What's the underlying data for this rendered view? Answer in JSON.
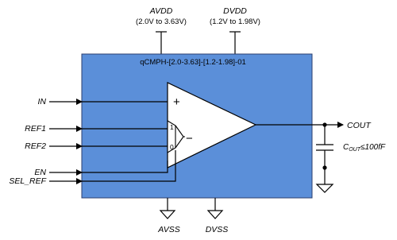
{
  "chip": {
    "name": "qCMPH-[2.0-3.63]-[1.2-1.98]-01",
    "fill_color": "#5b8fd9",
    "border_color": "#2b3f6f"
  },
  "supplies": {
    "avdd": {
      "name": "AVDD",
      "range": "(2.0V to 3.63V)"
    },
    "dvdd": {
      "name": "DVDD",
      "range": "(1.2V to 1.98V)"
    },
    "avss": {
      "name": "AVSS"
    },
    "dvss": {
      "name": "DVSS"
    }
  },
  "inputs": {
    "in": "IN",
    "ref1": "REF1",
    "ref2": "REF2",
    "en": "EN",
    "sel_ref": "SEL_REF"
  },
  "output": {
    "name": "COUT"
  },
  "load_cap": {
    "label_main": "C",
    "label_sub": "OUT",
    "label_rest": "≤100fF"
  },
  "comparator": {
    "plus": "+",
    "minus": "−",
    "mux_in1": "1",
    "mux_in0": "0",
    "fill_color": "#ffffff"
  },
  "icons": [
    "ground-icon",
    "capacitor-icon",
    "arrow-icon",
    "comparator-triangle",
    "mux-symbol"
  ]
}
